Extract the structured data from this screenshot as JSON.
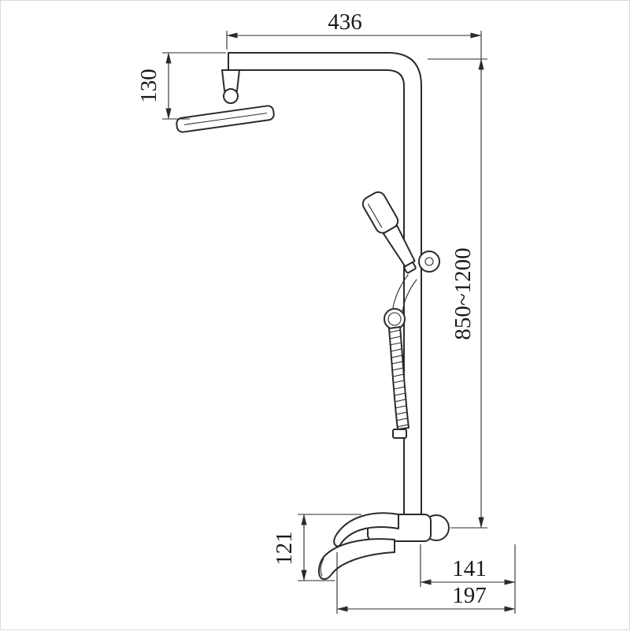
{
  "drawing": {
    "kind": "technical-dimension-drawing",
    "subject": "wall-mounted shower column set with rain head, hand shower and mixer spout"
  },
  "dims": {
    "top_width": "436",
    "head_height": "130",
    "column_height": "850~1200",
    "spout_height": "121",
    "body_to_wall": "141",
    "spout_to_wall": "197"
  },
  "colors": {
    "line": "#2b2b2b",
    "text": "#1a1a1a",
    "border": "#d9d9d9",
    "background": "#ffffff"
  }
}
